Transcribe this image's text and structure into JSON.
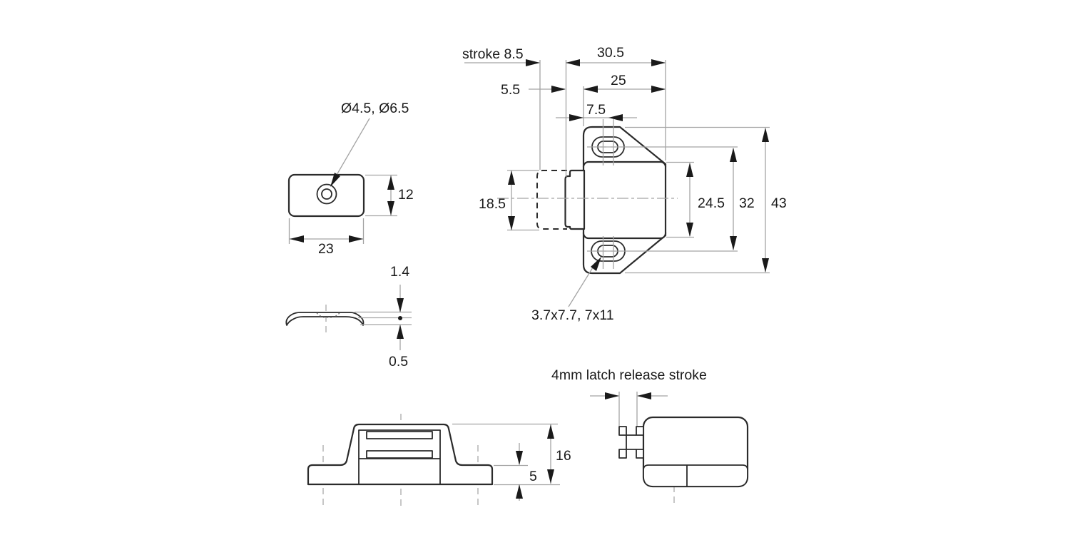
{
  "drawing": {
    "plate_top_view": {
      "hole_diameters": "Ø4.5, Ø6.5",
      "height": "12",
      "width": "23"
    },
    "plate_side_view": {
      "thickness": "1.4",
      "dish_depth": "0.5"
    },
    "front_view": {
      "stroke_label": "stroke 8.5",
      "depth_overall": "30.5",
      "plunger_protrusion": "5.5",
      "body_depth": "25",
      "slot_center_offset": "7.5",
      "plunger_height": "18.5",
      "body_height": "24.5",
      "slot_centers_spacing": "32",
      "overall_height": "43",
      "slot_sizes": "3.7x7.7, 7x11"
    },
    "side_view": {
      "total_height": "16",
      "base_height": "5"
    },
    "release_view": {
      "caption": "4mm latch release stroke"
    }
  }
}
